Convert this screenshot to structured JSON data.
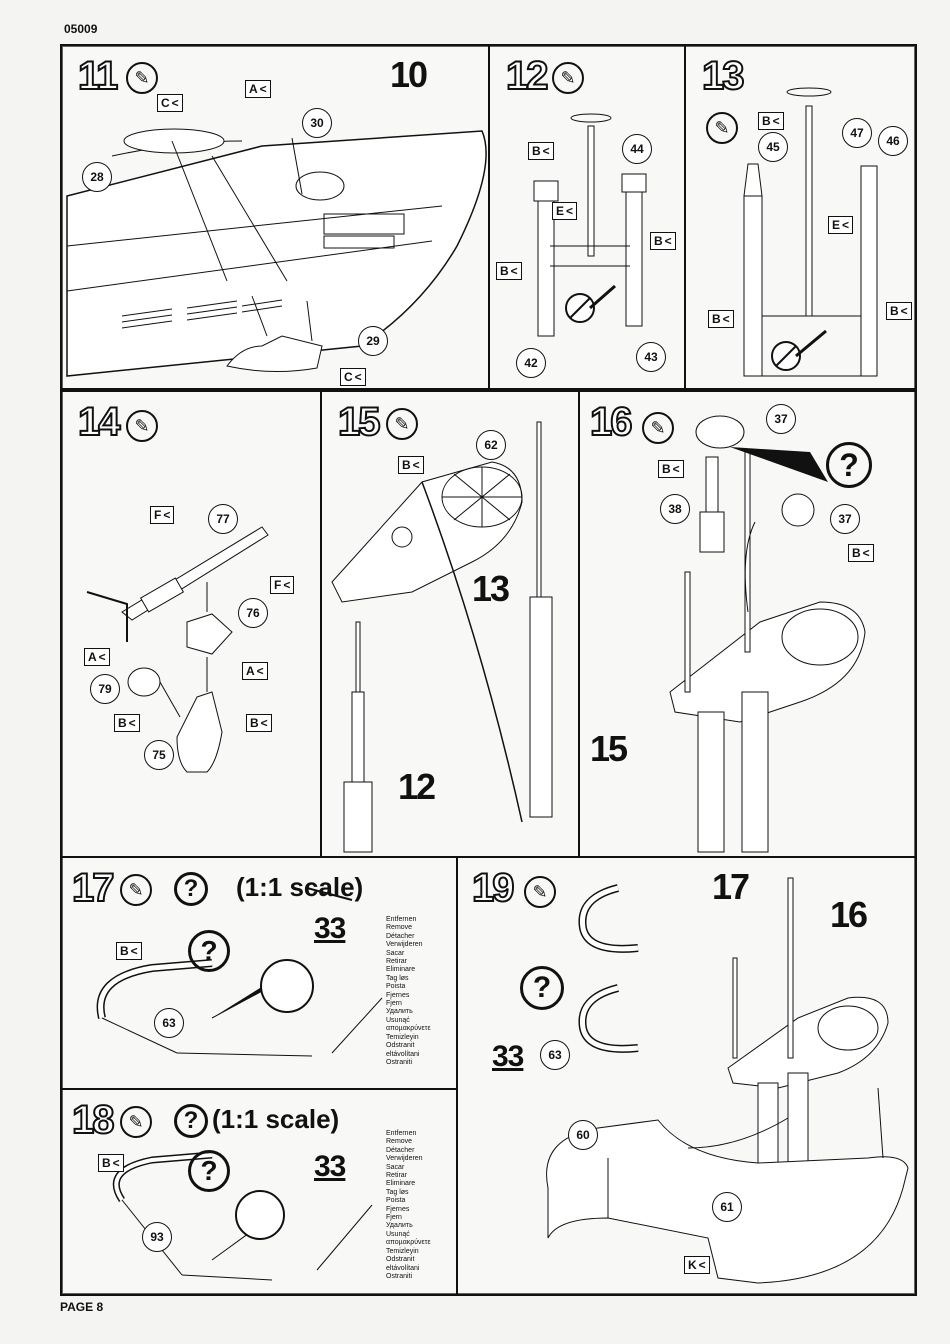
{
  "header": {
    "code": "05009"
  },
  "footer": {
    "page": "PAGE 8"
  },
  "steps": {
    "s11": {
      "number": "11"
    },
    "s12": {
      "number": "12"
    },
    "s13": {
      "number": "13"
    },
    "s14": {
      "number": "14"
    },
    "s15": {
      "number": "15"
    },
    "s16": {
      "number": "16"
    },
    "s17": {
      "number": "17",
      "scale": "(1:1 scale)"
    },
    "s18": {
      "number": "18",
      "scale": "(1:1 scale)"
    },
    "s19": {
      "number": "19"
    }
  },
  "questionmark": "?",
  "parts": {
    "p10": "10",
    "p12": "12",
    "p13": "13",
    "p15": "15",
    "p16": "16",
    "p17": "17",
    "p28": "28",
    "p29": "29",
    "p30": "30",
    "p37": "37",
    "p38": "38",
    "p42": "42",
    "p43": "43",
    "p44": "44",
    "p45": "45",
    "p46": "46",
    "p47": "47",
    "p60": "60",
    "p61": "61",
    "p62": "62",
    "p63": "63",
    "p75": "75",
    "p76": "76",
    "p77": "77",
    "p79": "79",
    "p93": "93"
  },
  "tags": {
    "A": "A",
    "B": "B",
    "C": "C",
    "E": "E",
    "F": "F",
    "K": "K"
  },
  "reference": "33",
  "remove_words": [
    "Entfernen",
    "Remove",
    "Détacher",
    "Verwijderen",
    "Sacar",
    "Retirar",
    "Eliminare",
    "Tag løs",
    "Poista",
    "Fjernes",
    "Fjern",
    "Удалить",
    "Usunąć",
    "αποµακρύνετε",
    "Temizleyin",
    "Odstranit",
    "eltávolítani",
    "Ostraniti"
  ]
}
